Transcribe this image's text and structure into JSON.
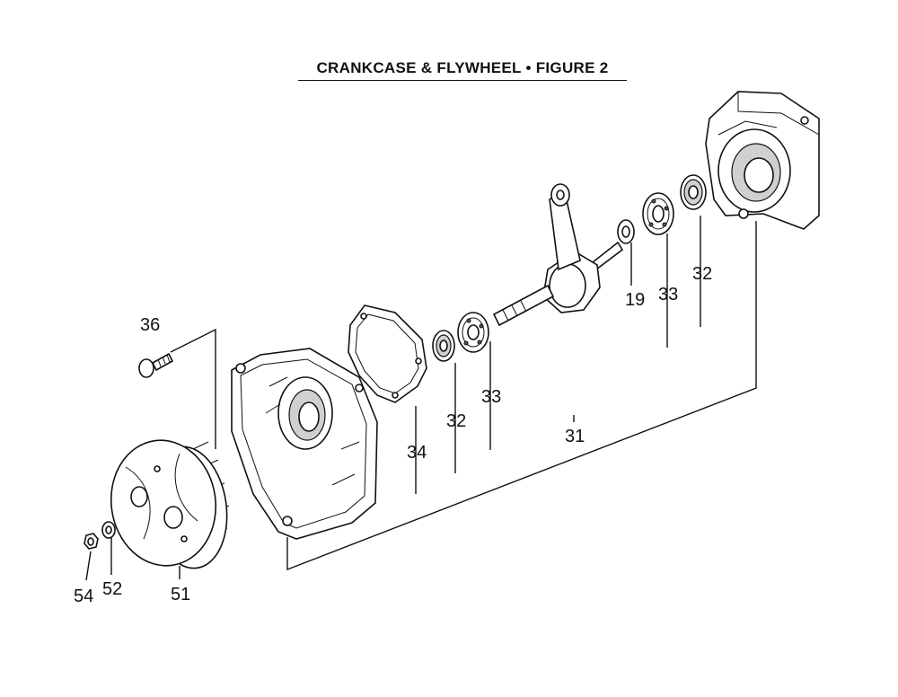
{
  "title": "CRANKCASE & FLYWHEEL  •  FIGURE 2",
  "callouts": {
    "c19": "19",
    "c31": "31",
    "c32a": "32",
    "c32b": "32",
    "c33a": "33",
    "c33b": "33",
    "c34": "34",
    "c36": "36",
    "c51": "51",
    "c52": "52",
    "c54": "54"
  }
}
